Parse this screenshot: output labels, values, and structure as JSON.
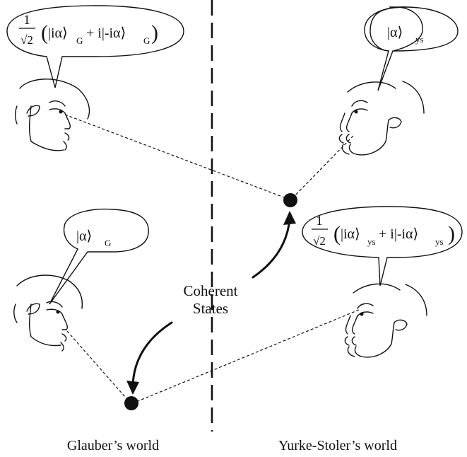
{
  "labels": {
    "glauber_world": "Glauber’s world",
    "yurke_world": "Yurke-Stoler’s world",
    "coherent_line1": "Coherent",
    "coherent_line2": "States"
  },
  "bubbles": {
    "top_left": {
      "frac_num": "1",
      "frac_den": "√2",
      "ket1": "|iα⟩",
      "sub1": "G",
      "mid": "+ i|-iα⟩",
      "sub2": "G"
    },
    "top_right": {
      "ket": "|α⟩",
      "sub": "ys"
    },
    "bottom_left": {
      "ket": "|α⟩",
      "sub": "G"
    },
    "bottom_right": {
      "frac_num": "1",
      "frac_den": "√2",
      "ket1": "|iα⟩",
      "sub1": "ys",
      "mid": "+ i|-iα⟩",
      "sub2": "ys"
    }
  },
  "colors": {
    "ink": "#111111",
    "background": "#ffffff"
  }
}
